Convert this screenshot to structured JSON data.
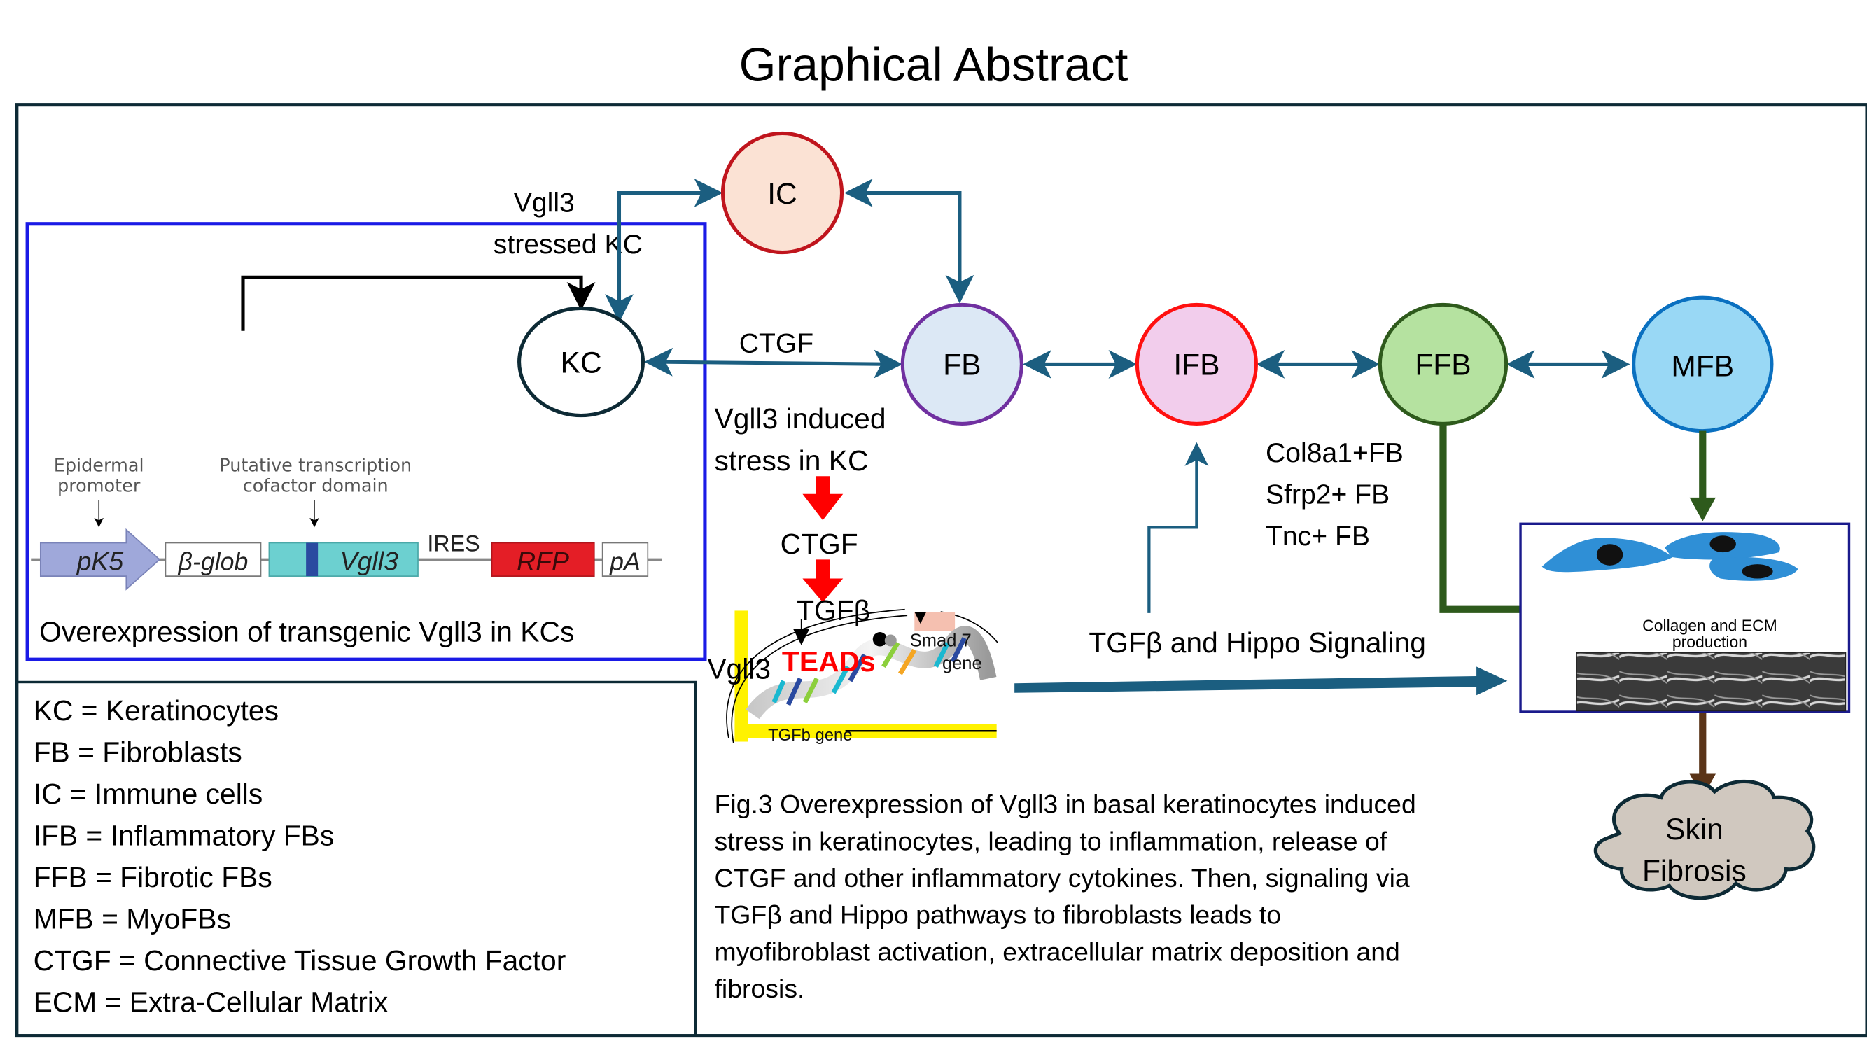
{
  "title": "Graphical Abstract",
  "colors": {
    "frame": "#0d2a35",
    "arrow_teal": "#1b5e80",
    "construct_box": "#1a1ae6",
    "red_arrow": "#ff0000",
    "green_line": "#2e5a1c",
    "brown_arrow": "#5a3418",
    "ecm_box": "#1a1a8c"
  },
  "nodes": {
    "kc": {
      "label": "KC",
      "fill": "#ffffff",
      "stroke": "#0d2a35"
    },
    "ic": {
      "label": "IC",
      "fill": "#fbe2d4",
      "stroke": "#c0151d"
    },
    "fb": {
      "label": "FB",
      "fill": "#dce8f5",
      "stroke": "#7030a0"
    },
    "ifb": {
      "label": "IFB",
      "fill": "#f2cdec",
      "stroke": "#ff1010"
    },
    "ffb": {
      "label": "FFB",
      "fill": "#b5e2a0",
      "stroke": "#2e5a1c"
    },
    "mfb": {
      "label": "MFB",
      "fill": "#99d8f5",
      "stroke": "#0a70c0"
    }
  },
  "labels": {
    "vgll3_stressed_line1": "Vgll3",
    "vgll3_stressed_line2": "stressed KC",
    "ctgf_edge": "CTGF",
    "induced_line1": "Vgll3 induced",
    "induced_line2": "stress in KC",
    "ctgf_mid": "CTGF",
    "tgfb": "TGFβ",
    "teads": "TEADs",
    "vgll3_dna": "Vgll3",
    "smad7_line1": "Smad 7",
    "smad7_line2": "gene",
    "tgfb_gene": "TGFb gene",
    "signaling": "TGFβ and Hippo Signaling",
    "ffb_markers": [
      "Col8a1+FB",
      "Sfrp2+ FB",
      "Tnc+ FB"
    ],
    "ecm_line1": "Collagen and ECM",
    "ecm_line2": "production",
    "outcome_line1": "Skin",
    "outcome_line2": "Fibrosis"
  },
  "construct": {
    "epidermal_line1": "Epidermal",
    "epidermal_line2": "promoter",
    "putative_line1": "Putative transcription",
    "putative_line2": "cofactor domain",
    "segments": [
      "pK5",
      "β-glob",
      "Vgll3",
      "IRES",
      "RFP",
      "pA"
    ],
    "caption": "Overexpression of transgenic Vgll3 in KCs"
  },
  "legend": [
    "KC = Keratinocytes",
    "FB = Fibroblasts",
    "IC = Immune cells",
    "IFB = Inflammatory FBs",
    "FFB = Fibrotic FBs",
    "MFB = MyoFBs",
    "CTGF = Connective Tissue Growth Factor",
    "ECM = Extra-Cellular Matrix"
  ],
  "caption_lines": [
    "Fig.3  Overexpression of Vgll3 in basal keratinocytes induced",
    "stress in keratinocytes, leading to inflammation, release of",
    "CTGF and other inflammatory cytokines. Then, signaling via",
    "TGFβ and Hippo pathways to fibroblasts leads to",
    "myofibroblast activation, extracellular matrix deposition and",
    "fibrosis."
  ]
}
